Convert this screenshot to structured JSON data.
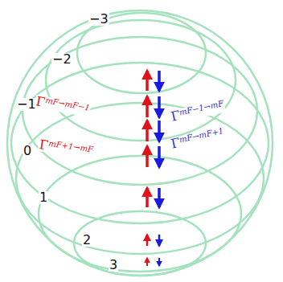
{
  "diagram": {
    "labels": [
      "−3",
      "−2",
      "−1",
      "0",
      "1",
      "2",
      "3",
      "ΓmF→mF−1",
      "ΓmF−1→mF",
      "ΓmF+1→mF",
      "ΓmF→mF+1"
    ]
  }
}
